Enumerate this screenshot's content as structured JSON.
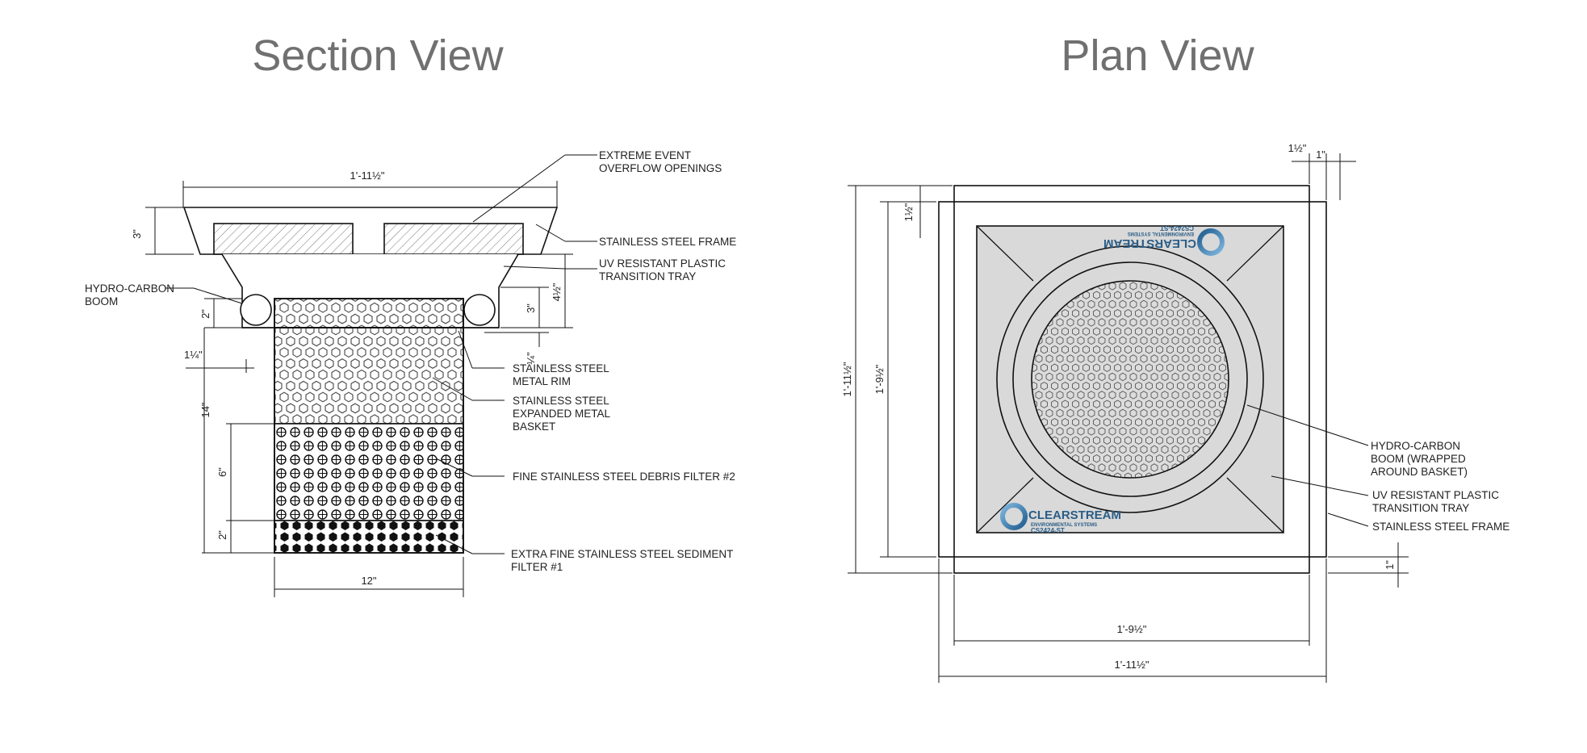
{
  "titles": {
    "section": "Section View",
    "plan": "Plan View"
  },
  "section": {
    "labels": {
      "overflow_1": "EXTREME EVENT",
      "overflow_2": "OVERFLOW OPENINGS",
      "frame": "STAINLESS STEEL FRAME",
      "tray_1": "UV RESISTANT PLASTIC",
      "tray_2": "TRANSITION TRAY",
      "boom_1": "HYDRO-CARBON",
      "boom_2": "BOOM",
      "rim_1": "STAINLESS STEEL",
      "rim_2": "METAL RIM",
      "basket_1": "STAINLESS STEEL",
      "basket_2": "EXPANDED METAL",
      "basket_3": "BASKET",
      "filter2": "FINE STAINLESS STEEL DEBRIS FILTER #2",
      "filter1_1": "EXTRA FINE STAINLESS STEEL SEDIMENT",
      "filter1_2": "FILTER #1"
    },
    "dims": {
      "top_width": "1'-11½\"",
      "frame_height": "3\"",
      "boom_height": "2\"",
      "tray_height": "3\"",
      "tray_total": "4½\"",
      "rim": "¼\"",
      "offset": "1¼\"",
      "basket_height": "14\"",
      "filter2_height": "6\"",
      "filter1_height": "2\"",
      "bottom_width": "12\""
    }
  },
  "plan": {
    "labels": {
      "boom_1": "HYDRO-CARBON",
      "boom_2": "BOOM (WRAPPED",
      "boom_3": "AROUND BASKET)",
      "tray_1": "UV RESISTANT PLASTIC",
      "tray_2": "TRANSITION TRAY",
      "frame": "STAINLESS STEEL FRAME"
    },
    "dims": {
      "top_half": "1½\"",
      "top_one": "1\"",
      "left_half": "1½\"",
      "outer_height": "1'-11½\"",
      "inner_height": "1'-9½\"",
      "right_one": "1\"",
      "inner_width": "1'-9½\"",
      "outer_width": "1'-11½\""
    },
    "logo": {
      "name": "CLEARSTREAM",
      "tagline": "ENVIRONMENTAL SYSTEMS",
      "model": "CS2424-ST"
    }
  }
}
